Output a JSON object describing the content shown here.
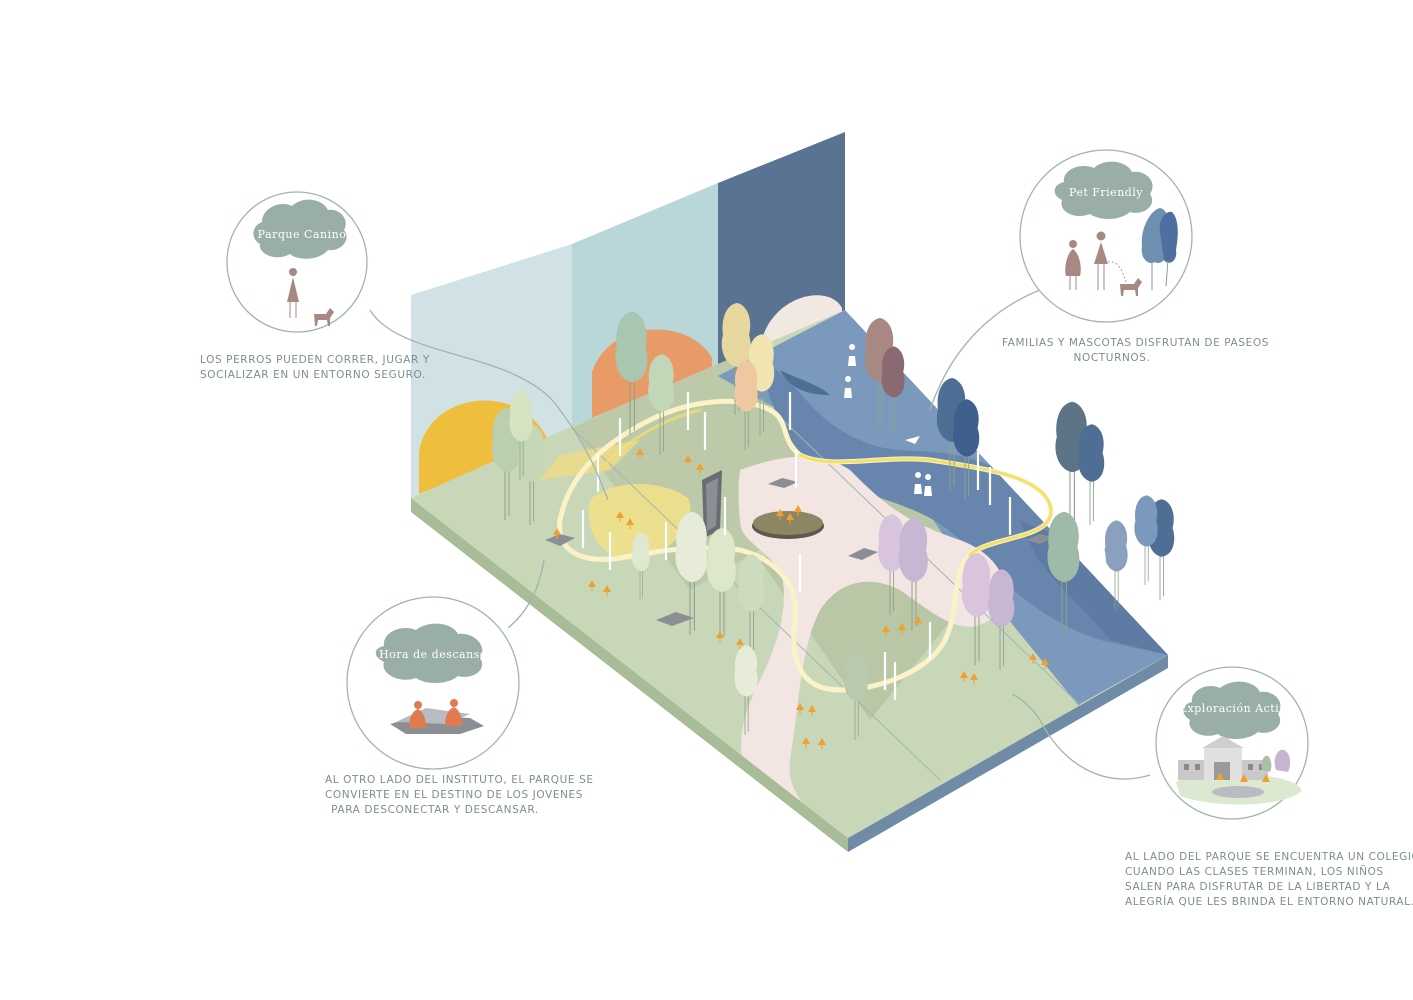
{
  "callouts": {
    "parque_canino": {
      "title": "Parque Canino",
      "caption": [
        "Los perros pueden correr, jugar y",
        "socializar en un entorno seguro."
      ]
    },
    "pet_friendly": {
      "title": "Pet Friendly",
      "caption": [
        "Familias y mascotas disfrutan de paseos",
        "nocturnos."
      ]
    },
    "hora_descanso": {
      "title": "Hora de descanso",
      "caption": [
        "Al otro lado del instituto, el parque se",
        "convierte en el destino de los jovenes",
        "para desconectar y descansar."
      ]
    },
    "exploracion_activa": {
      "title": "Exploración Activa",
      "caption": [
        "Al lado del parque se encuentra un colegio,",
        "cuando las clases terminan, los niños",
        "salen para disfrutar de la libertad y la",
        "alegría que les brinda el entorno natural."
      ]
    }
  },
  "colors": {
    "callout_cloud": "#98aea6",
    "callout_ring": "#9fb5ad",
    "caption_text": "#7d8f8a",
    "ground_green": "#c9d7b9",
    "ground_dark": "#b8c6a4",
    "ground_night": "#6f8cb1",
    "path_pink": "#f2e5e2",
    "loop_light": "#fbf3c7",
    "loop_yellow": "#f2df6c",
    "wall_light": "#d1e2e7",
    "wall_mid": "#b9d6d8",
    "wall_dark": "#5b7392",
    "sun_yellow": "#f0be3d",
    "sun_orange": "#e99b67",
    "moon": "#f2e8e2",
    "person": "#a88883",
    "girls": "#e07a4f"
  }
}
